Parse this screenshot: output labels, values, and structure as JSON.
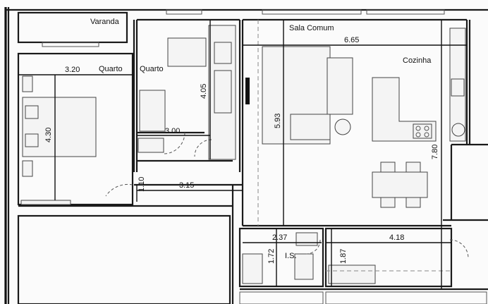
{
  "rooms": {
    "varanda": "Varanda",
    "quarto_1": "Quarto",
    "quarto_2": "Quarto",
    "sala_comum": "Sala Comum",
    "cozinha": "Cozinha",
    "is": "I.S."
  },
  "dimensions": {
    "quarto1_width": "3.20",
    "quarto1_height": "4.30",
    "quarto2_height": "4.05",
    "quarto2_width": "3.00",
    "sala_width": "6.65",
    "sala_height": "5.93",
    "cozinha_height": "7.80",
    "hall_height": "1.10",
    "hall_width": "3.15",
    "is_width": "2.37",
    "is_height": "1.72",
    "bottom_room_height": "1.87",
    "bottom_room_width": "4.18"
  }
}
